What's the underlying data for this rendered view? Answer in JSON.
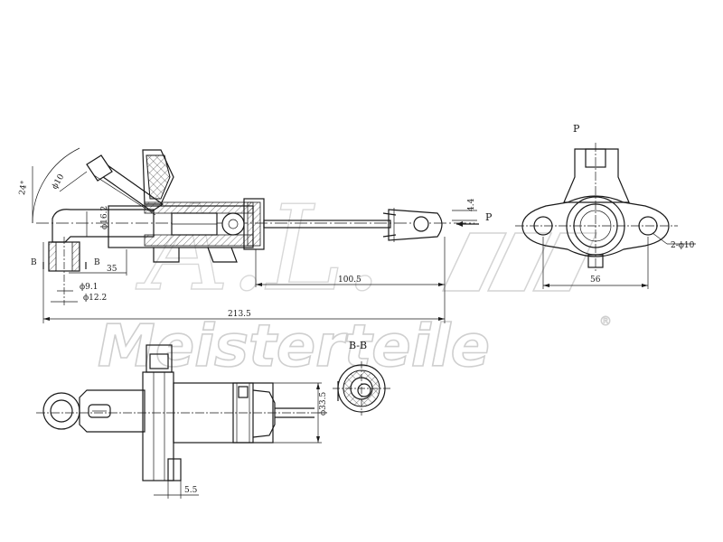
{
  "watermark": {
    "brand": "Meisterteile",
    "logo_mark": "A.L.",
    "registered_symbol": "®"
  },
  "side_view": {
    "angle": "24°",
    "port_diameter": "ϕ10",
    "bore_diameter": "ϕ16.2",
    "offset_height": "4.4",
    "section_marker": "B",
    "bottom_dia_small": "ϕ9.1",
    "bottom_dia_large": "ϕ12.2",
    "port_spacing": "35",
    "rod_length": "100.5",
    "overall_length": "213.5",
    "view_arrow": "P"
  },
  "end_view": {
    "title": "P",
    "hole_spec": "2-ϕ10",
    "hole_spacing": "56"
  },
  "section_view": {
    "title": "B-B"
  },
  "bottom_view": {
    "diameter": "ϕ33.5",
    "flange_thickness": "5.5"
  }
}
